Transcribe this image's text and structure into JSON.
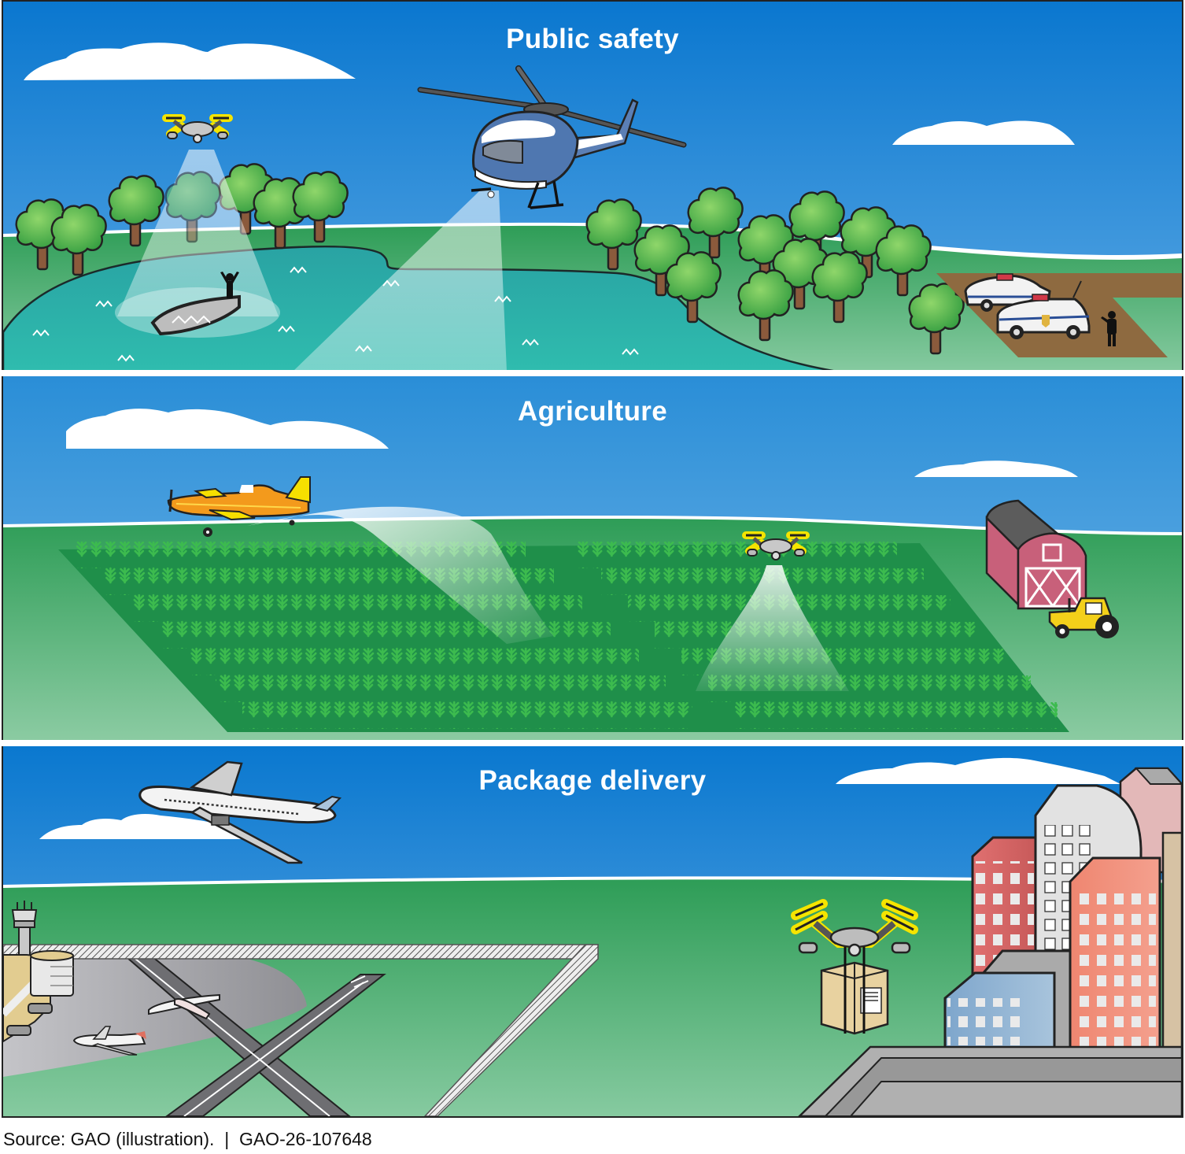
{
  "figure": {
    "panels": [
      {
        "title": "Public safety",
        "scene": [
          "drone-searchlight",
          "overturned-boat-with-person",
          "police-helicopter",
          "trees",
          "lake",
          "police-cars",
          "officer"
        ]
      },
      {
        "title": "Agriculture",
        "scene": [
          "crop-duster-plane",
          "crop-field",
          "spraying-drone",
          "barn",
          "tractor"
        ]
      },
      {
        "title": "Package delivery",
        "scene": [
          "airliner",
          "airport-tower",
          "terminal",
          "runways",
          "taxiing-planes",
          "fence",
          "delivery-drone-with-package",
          "city-buildings",
          "rooftop"
        ]
      }
    ],
    "source_line": "Source: GAO (illustration).  |  GAO-26-107648"
  },
  "colors": {
    "sky_top": "#0a78cf",
    "sky_bottom": "#6fb1e6",
    "grass_dark": "#2e9e58",
    "grass_light": "#85c9a0",
    "water": "#25b4a8",
    "crop_field": "#1f8f4a",
    "crop_plant": "#3cbb4e",
    "drone_highlight": "#f5e400",
    "barn_red": "#c8607a",
    "tractor_yellow": "#f3d01a",
    "plane_orange": "#f39a1c"
  }
}
